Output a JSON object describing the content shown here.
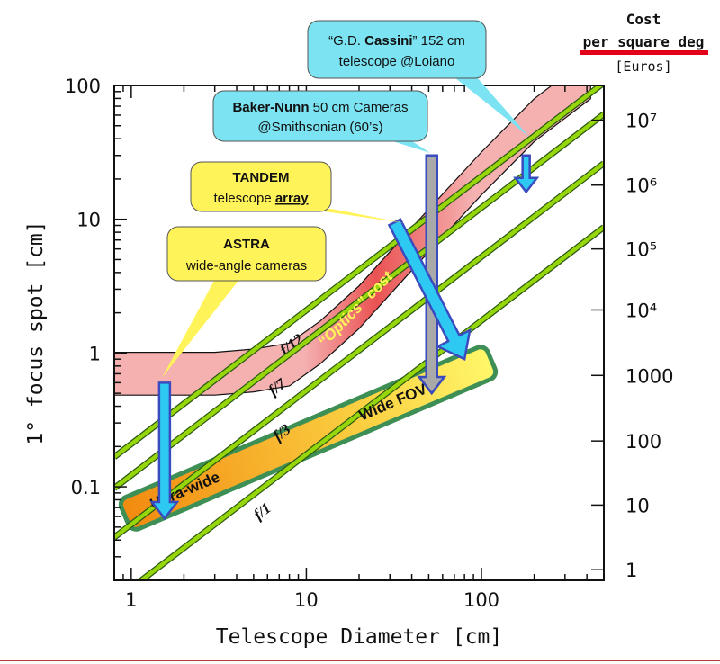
{
  "chart_data": {
    "type": "line",
    "xlabel": "Telescope Diameter [cm]",
    "ylabel": "1° focus spot [cm]",
    "x_scale": "log",
    "y_scale": "log",
    "xlim": [
      0.8,
      500
    ],
    "ylim": [
      0.02,
      100
    ],
    "x_ticks": [
      1,
      10,
      100
    ],
    "y_ticks": [
      0.1,
      1,
      10,
      100
    ],
    "right_axis": {
      "title_line1": "Cost",
      "title_line2": "per square deg",
      "title_line3": "[Euros]",
      "ticks": [
        {
          "label": "10⁷",
          "y": 55
        },
        {
          "label": "10⁶",
          "y": 18
        },
        {
          "label": "10⁵",
          "y": 6
        },
        {
          "label": "10⁴",
          "y": 2.1
        },
        {
          "label": "1000",
          "y": 0.68
        },
        {
          "label": "100",
          "y": 0.22
        },
        {
          "label": "10",
          "y": 0.073
        },
        {
          "label": "1",
          "y": 0.024
        }
      ]
    },
    "series": [
      {
        "name": "f/12",
        "points": [
          [
            0.8,
            0.167
          ],
          [
            500,
            104.7
          ]
        ]
      },
      {
        "name": "f/7",
        "points": [
          [
            0.8,
            0.0977
          ],
          [
            500,
            61.1
          ]
        ]
      },
      {
        "name": "f/3",
        "points": [
          [
            0.8,
            0.0419
          ],
          [
            500,
            26.2
          ]
        ]
      },
      {
        "name": "f/1",
        "points": [
          [
            0.8,
            0.014
          ],
          [
            500,
            8.73
          ]
        ]
      }
    ],
    "optics_cost_band": {
      "label": "“Optics” cost",
      "points": [
        [
          0.8,
          0.7
        ],
        [
          3,
          0.7
        ],
        [
          5,
          0.74
        ],
        [
          8,
          0.82
        ],
        [
          12,
          1.2
        ],
        [
          20,
          2.2
        ],
        [
          40,
          6
        ],
        [
          100,
          22
        ],
        [
          200,
          55
        ],
        [
          420,
          115
        ]
      ],
      "half_width_decades": 0.16
    },
    "wide_fov_band": {
      "label_left": "Ultra-wide",
      "label_right": "Wide FOV",
      "x_range": [
        1.05,
        100
      ],
      "y_range": [
        0.065,
        0.82
      ]
    },
    "annotations": [
      {
        "name": "cassini",
        "line1_pre": "“G.D. ",
        "line1_bold": "Cassini",
        "line1_post": "” 152 cm",
        "line2": "telescope @Loiano",
        "arrow_x": 180,
        "arrow_y_from": 30,
        "arrow_y_to": 16
      },
      {
        "name": "baker-nunn",
        "line1_bold": "Baker-Nunn",
        "line1_post": " 50 cm Cameras",
        "line2": "@Smithsonian (60’s)",
        "arrow_x": 52,
        "arrow_y_from": 30,
        "arrow_y_to": 0.5
      },
      {
        "name": "tandem",
        "line1_bold": "TANDEM",
        "line2_pre": "telescope ",
        "line2_bold": "array",
        "arrow_from": [
          32,
          9.5
        ],
        "arrow_to": [
          80,
          0.9
        ]
      },
      {
        "name": "astra",
        "line1_bold": "ASTRA",
        "line2": "wide-angle cameras",
        "arrow_x": 1.55,
        "arrow_y_from": 0.6,
        "arrow_y_to": 0.058
      }
    ]
  },
  "colors": {
    "f_lines": "#98d60c",
    "optics_band": "#f4a7a7",
    "optics_band_dark": "#e84040",
    "fov_band_start": "#f28a10",
    "fov_band_end": "#fff76a",
    "fov_border": "#3d8f56",
    "cyan_box": "#7be3f2",
    "yellow_box": "#fff35a",
    "arrow_blue": "#2ec9f2",
    "arrow_border": "#3a4bbf",
    "arrow_gray": "#a9a9a9",
    "underline_red": "#e3001b",
    "footer_line": "#b23a3a"
  }
}
